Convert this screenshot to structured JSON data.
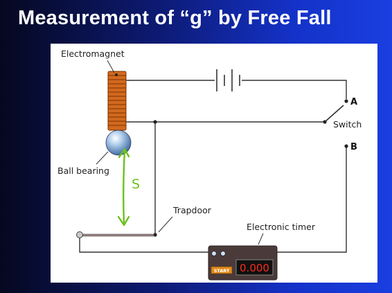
{
  "slide": {
    "title": "Measurement of “g” by Free Fall"
  },
  "diagram": {
    "labels": {
      "electromagnet": "Electromagnet",
      "ball_bearing": "Ball bearing",
      "switch": "Switch",
      "terminal_a": "A",
      "terminal_b": "B",
      "trapdoor": "Trapdoor",
      "electronic_timer": "Electronic timer",
      "start": "START",
      "timer_display": "0.000"
    },
    "annotation": {
      "distance_label": "S",
      "color": "#6dc01e"
    },
    "colors": {
      "wire": "#333333",
      "coil": "#d2691e",
      "coil_dark": "#7a3300",
      "timer_body": "#4a3a3a",
      "timer_display_text": "#ff2a1a"
    }
  }
}
